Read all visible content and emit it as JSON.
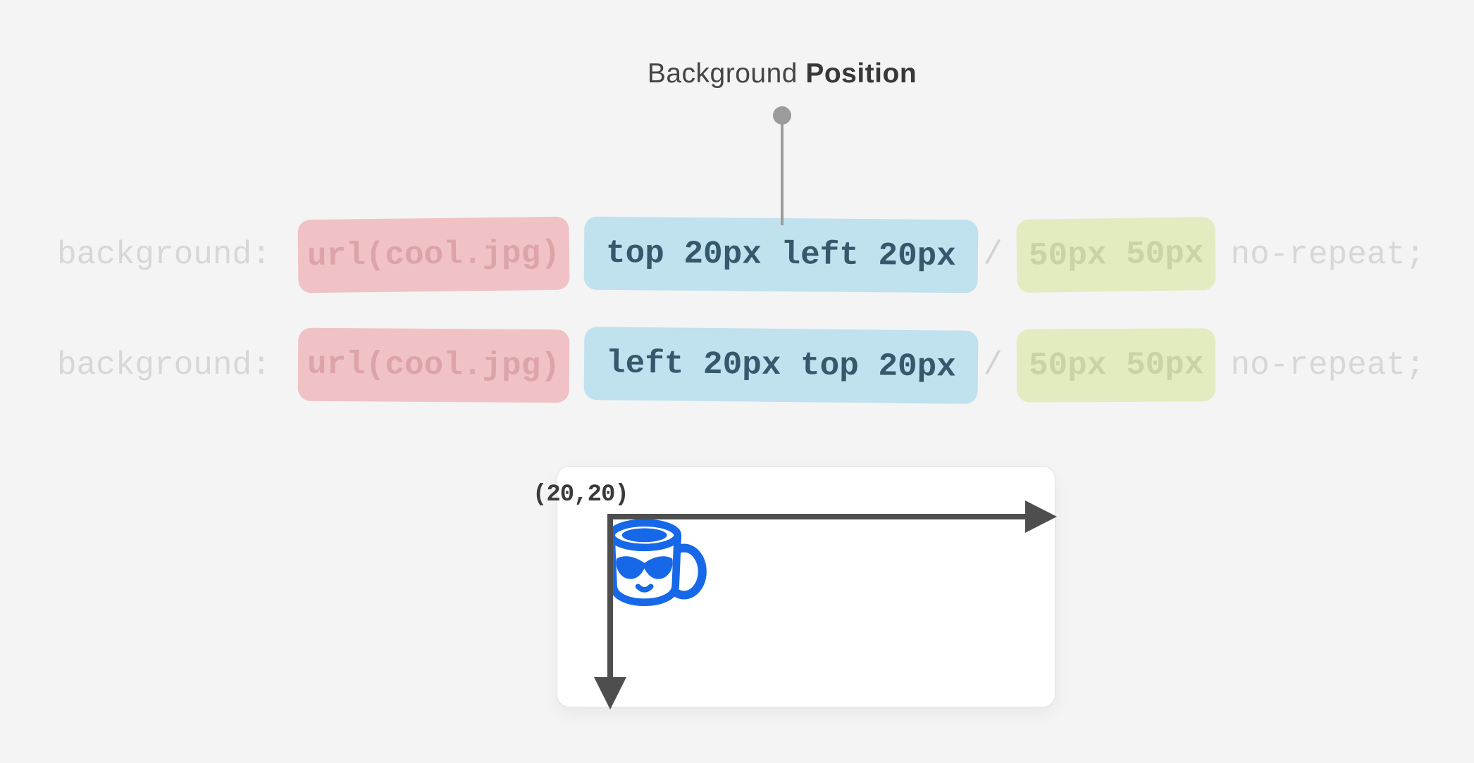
{
  "title": {
    "regular": "Background ",
    "bold": "Position"
  },
  "code_lines": [
    {
      "property": "background:",
      "image": "url(cool.jpg)",
      "position": "top 20px left 20px",
      "separator": "/",
      "size": "50px 50px",
      "repeat": "no-repeat;"
    },
    {
      "property": "background:",
      "image": "url(cool.jpg)",
      "position": "left 20px top 20px",
      "separator": "/",
      "size": "50px 50px",
      "repeat": "no-repeat;"
    }
  ],
  "diagram": {
    "coordinate_label": "(20,20)",
    "icons": [
      "pointer-dot-icon",
      "right-arrow-icon",
      "down-arrow-icon",
      "mug-with-sunglasses-icon"
    ]
  },
  "colors": {
    "page_bg": "#f4f4f4",
    "title_text": "#454545",
    "muted_code_text": "#d7d7d7",
    "image_highlight_bg": "#f0c2c5",
    "image_highlight_text": "#dda4a8",
    "position_highlight_bg": "#c0e1ee",
    "position_highlight_text": "#35596c",
    "size_highlight_bg": "#e3ecc0",
    "size_highlight_text": "#cbd2a6",
    "slash_text": "#d2d2d2",
    "pointer_gray": "#9b9b9b",
    "arrow_gray": "#4e4e4e",
    "mug_blue": "#1668e8",
    "card_bg": "#ffffff",
    "card_border": "#e3e3e3",
    "coordinate_text": "#3a3a3a"
  }
}
